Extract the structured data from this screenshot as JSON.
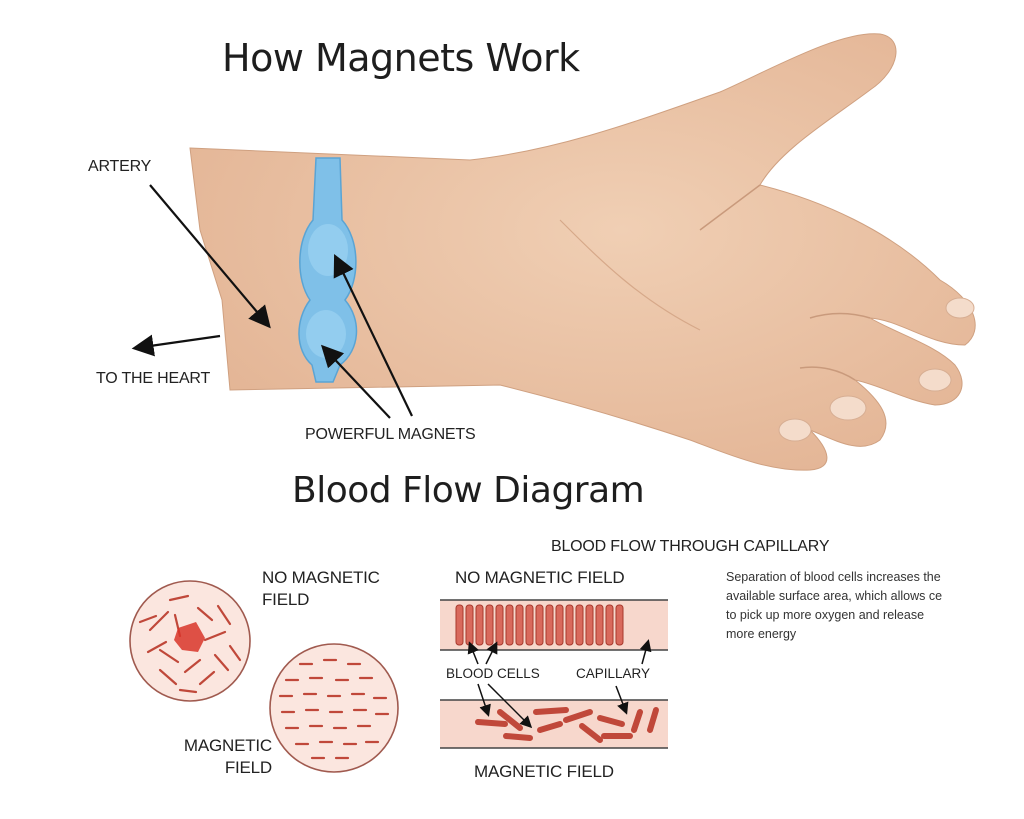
{
  "titles": {
    "main": "How Magnets Work",
    "flow": "Blood Flow Diagram"
  },
  "hand_labels": {
    "artery": "ARTERY",
    "to_heart": "TO THE HEART",
    "magnets": "POWERFUL MAGNETS"
  },
  "circles": {
    "no_field_line1": "NO MAGNETIC",
    "no_field_line2": "FIELD",
    "field_line1": "MAGNETIC",
    "field_line2": "FIELD"
  },
  "capillary": {
    "heading": "BLOOD FLOW THROUGH CAPILLARY",
    "no_field": "NO MAGNETIC FIELD",
    "blood_cells": "BLOOD CELLS",
    "capillary": "CAPILLARY",
    "magnetic_field": "MAGNETIC FIELD"
  },
  "note": {
    "line1": "Separation of blood cells increases the",
    "line2": "available surface area, which allows ce",
    "line3": "to pick up more oxygen and release",
    "line4": "more energy"
  },
  "colors": {
    "skin": "#ecc6a6",
    "band": "#7fc0e8",
    "cell": "#c0483a",
    "tube": "#f7d7cc"
  }
}
